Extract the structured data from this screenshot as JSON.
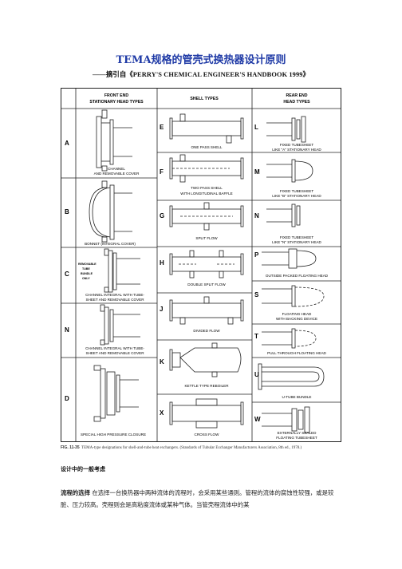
{
  "document": {
    "title": "TEMA规格的管壳式换热器设计原则",
    "subtitle": "——摘引自《PERRY'S CHEMICAL ENGINEER'S HANDBOOK 1999》"
  },
  "figure": {
    "headers": {
      "front": "FRONT END STATIONARY HEAD TYPES",
      "shell": "SHELL TYPES",
      "rear": "REAR END HEAD TYPES"
    },
    "front_items": [
      {
        "letter": "A",
        "label": "CHANNEL AND REMOVABLE COVER"
      },
      {
        "letter": "B",
        "label": "BONNET (INTEGRAL COVER)"
      },
      {
        "letter": "C",
        "label": "CHANNEL INTEGRAL WITH TUBE-SHEET AND REMOVABLE COVER",
        "note": "REMOVABLE TUBE BUNDLE ONLY"
      },
      {
        "letter": "N",
        "label": "CHANNEL INTEGRAL WITH TUBE-SHEET AND REMOVABLE COVER"
      },
      {
        "letter": "D",
        "label": "SPECIAL HIGH PRESSURE CLOSURE"
      }
    ],
    "shell_items": [
      {
        "letter": "E",
        "label": "ONE PASS SHELL"
      },
      {
        "letter": "F",
        "label": "TWO PASS SHELL WITH LONGITUDINAL BAFFLE"
      },
      {
        "letter": "G",
        "label": "SPLIT FLOW"
      },
      {
        "letter": "H",
        "label": "DOUBLE SPLIT FLOW"
      },
      {
        "letter": "J",
        "label": "DIVIDED FLOW"
      },
      {
        "letter": "K",
        "label": "KETTLE TYPE REBOILER"
      },
      {
        "letter": "X",
        "label": "CROSS FLOW"
      }
    ],
    "rear_items": [
      {
        "letter": "L",
        "label": "FIXED TUBESHEET LIKE \"A\" STATIONARY HEAD"
      },
      {
        "letter": "M",
        "label": "FIXED TUBESHEET LIKE \"B\" STATIONARY HEAD"
      },
      {
        "letter": "N",
        "label": "FIXED TUBESHEET LIKE \"N\" STATIONARY HEAD"
      },
      {
        "letter": "P",
        "label": "OUTSIDE PACKED FLOATING HEAD"
      },
      {
        "letter": "S",
        "label": "FLOATING HEAD WITH BACKING DEVICE"
      },
      {
        "letter": "T",
        "label": "PULL THROUGH FLOATING HEAD"
      },
      {
        "letter": "U",
        "label": "U-TUBE BUNDLE"
      },
      {
        "letter": "W",
        "label": "EXTERNALLY SEALED FLOATING TUBESHEET"
      }
    ],
    "caption_fig": "FIG. 11-35",
    "caption_text": "TEMA-type designations for shell-and-tube heat exchangers. (Standards of Tubular Exchanger Manufacturers Association, 8th ed., 1978.)"
  },
  "section": {
    "heading": "设计中的一般考虑",
    "lead": "流程的选择",
    "text": "在选择一台换热器中两种流体的流程时，会采用某些通则。管程的流体的腐蚀性较强，或是较脏、压力较高。壳程则会是高粘度流体或某种气体。当管壳程流体中的某"
  }
}
